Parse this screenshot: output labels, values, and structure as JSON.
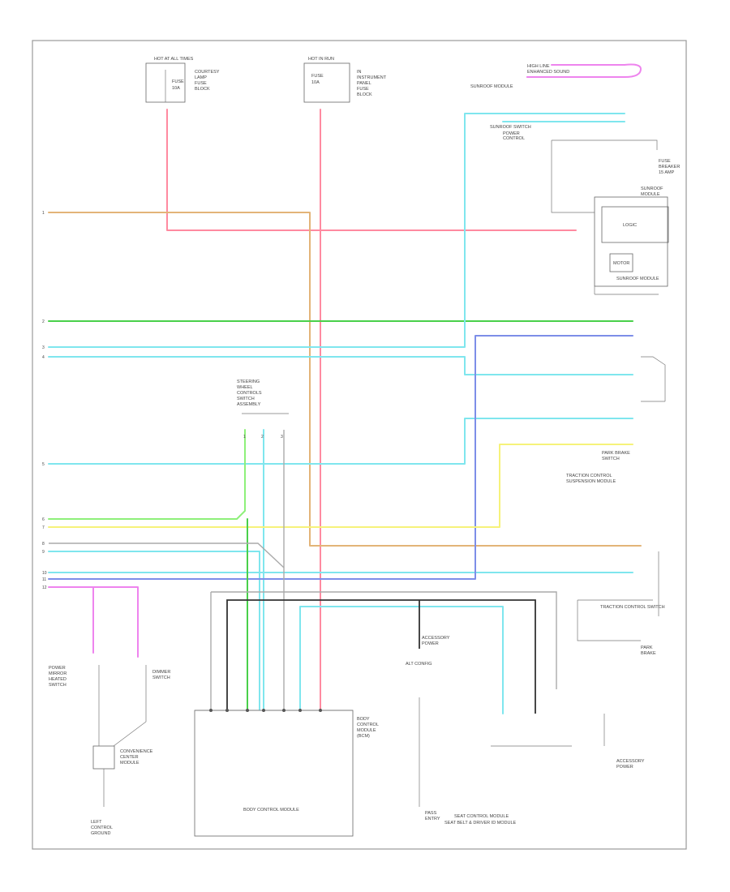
{
  "page_id": "",
  "colors": {
    "pink": "#ff8aa0",
    "orange": "#e3b478",
    "green": "#49d04a",
    "light_green": "#8ef07a",
    "cyan": "#7fe6ee",
    "blue": "#7d8ee8",
    "yellow": "#f6f27a",
    "magenta": "#ee84ee",
    "dark": "#333333",
    "grey": "#aaaaaa"
  },
  "components": {
    "fuse_left": {
      "title": "HOT AT ALL TIMES",
      "note": "FUSE BLOCK"
    },
    "fuse_mid": {
      "title": "HOT IN RUN",
      "note": "FUSE BLOCK"
    },
    "sunroof_module": {
      "title": "SUNROOF MODULE",
      "inner": "LOGIC",
      "inner2": "MOTOR"
    },
    "control_center": {
      "title": "CONTROL MODULE"
    },
    "steering_controls": {
      "title": "STEERING WHEEL CONTROLS"
    },
    "park_brake_switch": {
      "title": "BRAKE SWITCH"
    },
    "left_module": {
      "title": "MODULE"
    },
    "main_module": {
      "title": "BODY CONTROL MODULE"
    },
    "right_bottom_module": {
      "title": "SEAT CONTROL MODULE"
    },
    "traction_switch": {
      "title": "TRACTION CONTROL SWITCH"
    }
  }
}
